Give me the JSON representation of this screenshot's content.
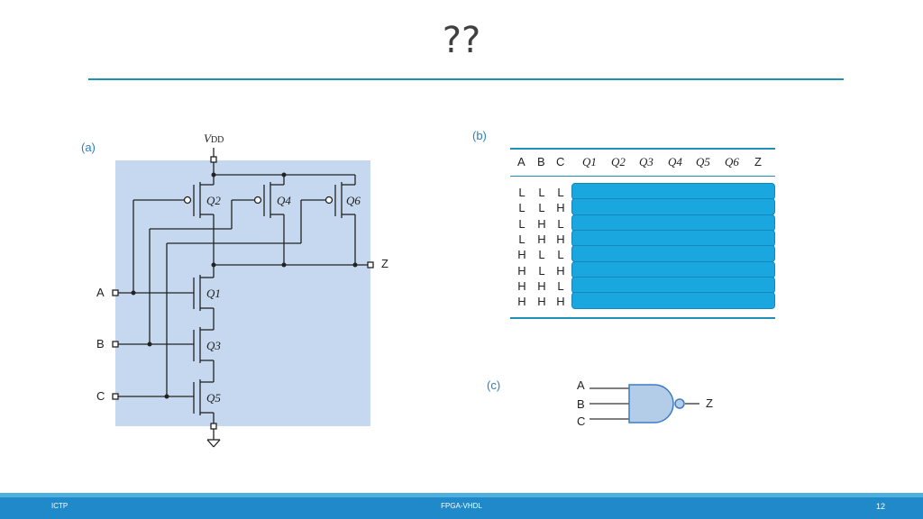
{
  "slide": {
    "title": "??",
    "page_number": "12"
  },
  "footer": {
    "left": "ICTP",
    "center": "FPGA-VHDL"
  },
  "circuit": {
    "panel_label": "(a)",
    "supply_label_main": "V",
    "supply_label_sub": "DD",
    "inputs": [
      "A",
      "B",
      "C"
    ],
    "output": "Z",
    "transistors": [
      "Q2",
      "Q4",
      "Q6",
      "Q1",
      "Q3",
      "Q5"
    ]
  },
  "truth_table": {
    "panel_label": "(b)",
    "headers": [
      "A",
      "B",
      "C",
      "Q1",
      "Q2",
      "Q3",
      "Q4",
      "Q5",
      "Q6",
      "Z"
    ],
    "rows": [
      [
        "L",
        "L",
        "L"
      ],
      [
        "L",
        "L",
        "H"
      ],
      [
        "L",
        "H",
        "L"
      ],
      [
        "L",
        "H",
        "H"
      ],
      [
        "H",
        "L",
        "L"
      ],
      [
        "H",
        "L",
        "H"
      ],
      [
        "H",
        "H",
        "L"
      ],
      [
        "H",
        "H",
        "H"
      ]
    ],
    "hidden_fill": "#1aa7e0"
  },
  "gate": {
    "panel_label": "(c)",
    "inputs": [
      "A",
      "B",
      "C"
    ],
    "output": "Z",
    "fill": "#b3cde9",
    "stroke": "#3e7cc1"
  },
  "colors": {
    "accent": "#1f8fb5",
    "panel_bg": "#c5d8ef",
    "footer": "#1f89c9"
  }
}
